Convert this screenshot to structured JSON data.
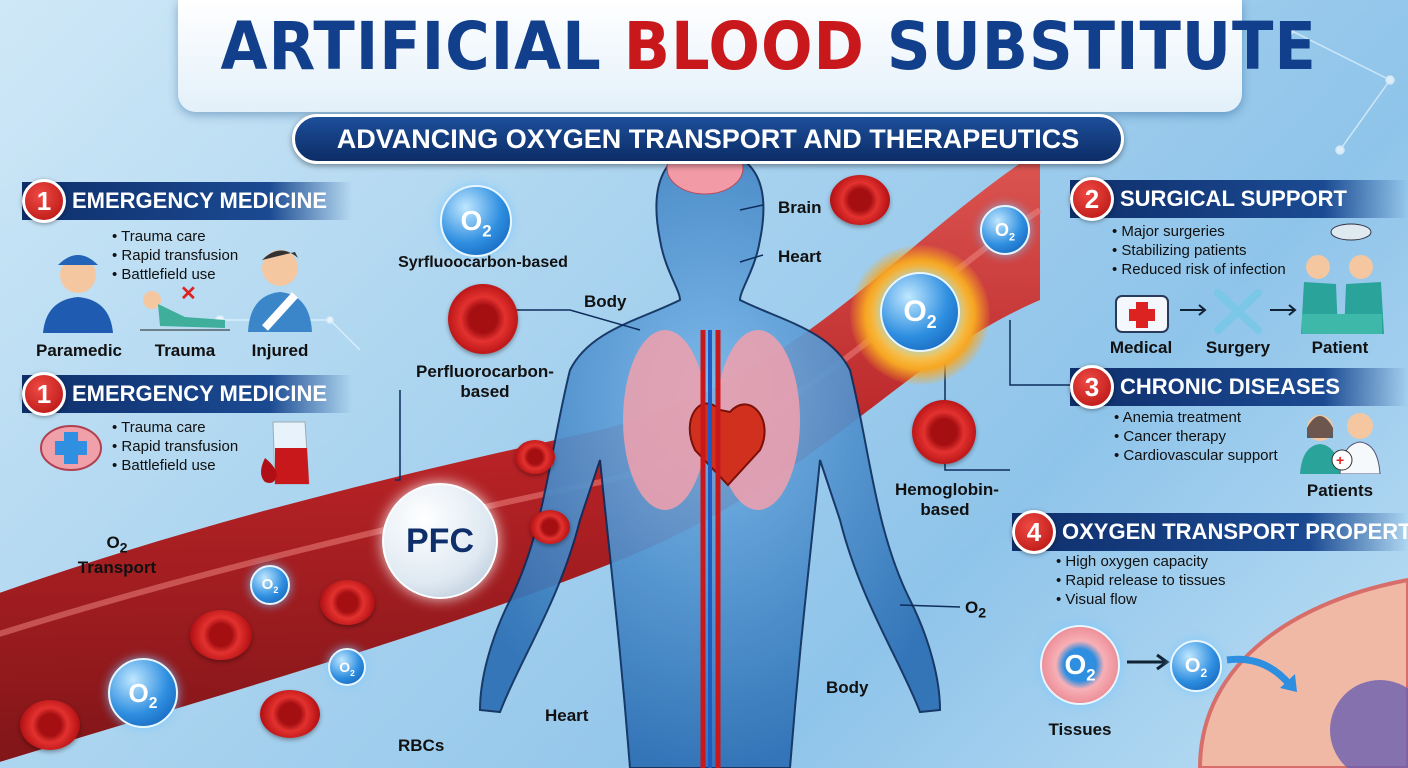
{
  "title": {
    "part1": "ARTIFICIAL ",
    "part2": "BLOOD",
    "part3": " SUBSTITUTE",
    "subtitle": "ADVANCING OXYGEN TRANSPORT AND THERAPEUTICS"
  },
  "colors": {
    "title_blue": "#123f8c",
    "title_red": "#c8181c",
    "header_navy": "#0f2f6b",
    "badge_red": "#c8181c",
    "vessel_red": "#c0201f",
    "o2_blue": "#2e8ee0"
  },
  "sections": [
    {
      "number": "1",
      "heading": "EMERGENCY MEDICINE",
      "bullets": [
        "Trauma care",
        "Rapid transfusion",
        "Battlefield use"
      ],
      "icons": [
        {
          "name": "paramedic-icon",
          "label": "Paramedic"
        },
        {
          "name": "trauma-icon",
          "label": "Trauma"
        },
        {
          "name": "injured-icon",
          "label": "Injured"
        }
      ]
    },
    {
      "number": "1",
      "heading": "EMERGENCY MEDICINE",
      "bullets": [
        "Trauma care",
        "Rapid transfusion",
        "Battlefield use"
      ],
      "icons": [
        {
          "name": "brain-plus-icon"
        },
        {
          "name": "blood-beaker-icon"
        }
      ]
    },
    {
      "number": "2",
      "heading": "SURGICAL SUPPORT",
      "bullets": [
        "Major surgeries",
        "Stabilizing patients",
        "Reduced risk of infection"
      ],
      "icons": [
        {
          "name": "medical-kit-icon",
          "label": "Medical"
        },
        {
          "name": "surgery-tools-icon",
          "label": "Surgery"
        },
        {
          "name": "surgeons-patient-icon",
          "label": "Patient"
        }
      ]
    },
    {
      "number": "3",
      "heading": "CHRONIC DISEASES",
      "bullets": [
        "Anemia treatment",
        "Cancer therapy",
        "Cardiovascular support"
      ],
      "icons": [
        {
          "name": "patients-icon",
          "label": "Patients"
        }
      ]
    },
    {
      "number": "4",
      "heading": "OXYGEN TRANSPORT PROPERTIES",
      "bullets": [
        "High oxygen capacity",
        "Rapid release to tissues",
        "Visual flow"
      ],
      "icons": [
        {
          "name": "tissues-icon",
          "label": "Tissues"
        }
      ]
    }
  ],
  "diagram": {
    "o2": "O",
    "o2_sub": "2",
    "syrfluoo": "Syrfluoocarbon-based",
    "perfluoro": "Perfluorocarbon-based",
    "hemoglobin": "Hemoglobin-based",
    "pfc": "PFC",
    "o2_transport": "Transport",
    "body_labels": {
      "brain": "Brain",
      "heart_top": "Heart",
      "body_top": "Body",
      "o2_right": "O",
      "body_bottom": "Body",
      "heart_bottom": "Heart",
      "rbcs": "RBCs"
    }
  }
}
